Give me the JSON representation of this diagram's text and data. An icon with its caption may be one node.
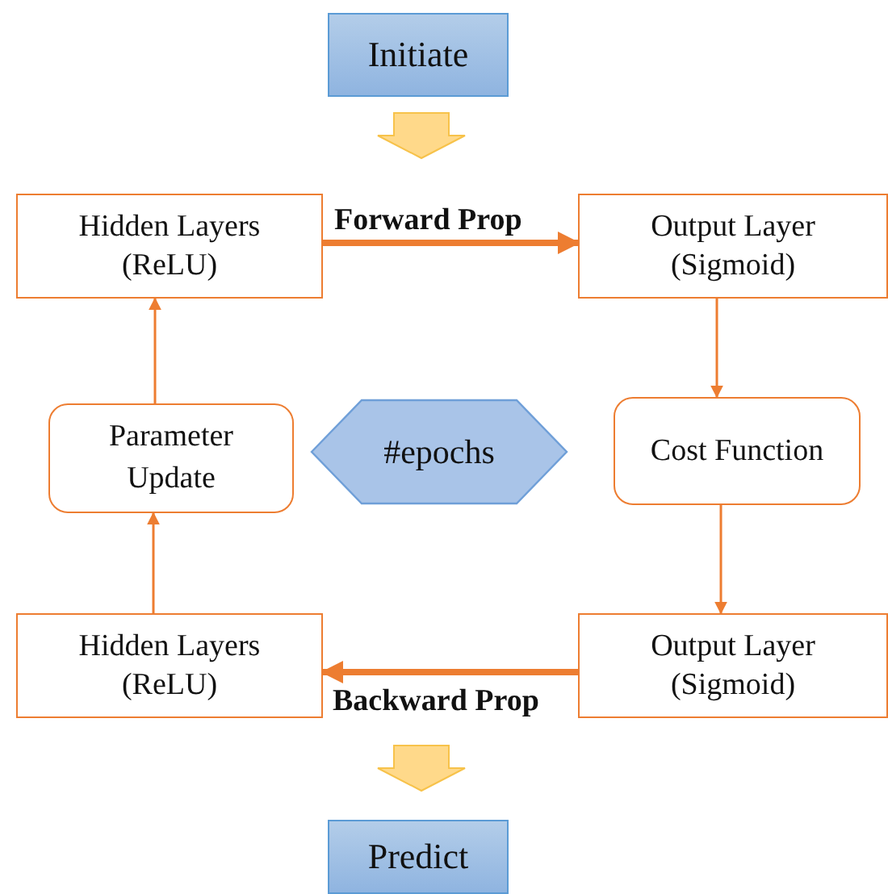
{
  "diagram": {
    "nodes": [
      {
        "text": [
          "Initiate"
        ]
      },
      {
        "text": [
          "Hidden Layers (ReLU)"
        ]
      },
      {
        "text": [
          "Output Layer (Sigmoid)"
        ]
      },
      {
        "text": [
          "Parameter Update"
        ]
      },
      {
        "text": [
          "#epochs"
        ]
      },
      {
        "text": [
          "Cost Function"
        ]
      },
      {
        "text": [
          "Hidden Layers (ReLU)"
        ]
      },
      {
        "text": [
          "Output Layer (Sigmoid)"
        ]
      },
      {
        "text": [
          "Predict"
        ]
      }
    ],
    "edges": [
      {
        "from": 0,
        "to": null,
        "arrow": "to",
        "style": "thick",
        "color": "#ffd98a"
      },
      {
        "from": 1,
        "to": 2,
        "arrow": "to",
        "label": "Forward Prop",
        "style": "thick"
      },
      {
        "from": 2,
        "to": 5,
        "arrow": "to"
      },
      {
        "from": 5,
        "to": 7,
        "arrow": "to"
      },
      {
        "from": 7,
        "to": 6,
        "arrow": "to",
        "label": "Backward Prop",
        "style": "thick"
      },
      {
        "from": 6,
        "to": 3,
        "arrow": "to"
      },
      {
        "from": 3,
        "to": 1,
        "arrow": "to"
      },
      {
        "from": null,
        "to": 8,
        "arrow": "to",
        "style": "thick",
        "color": "#ffd98a"
      }
    ]
  }
}
